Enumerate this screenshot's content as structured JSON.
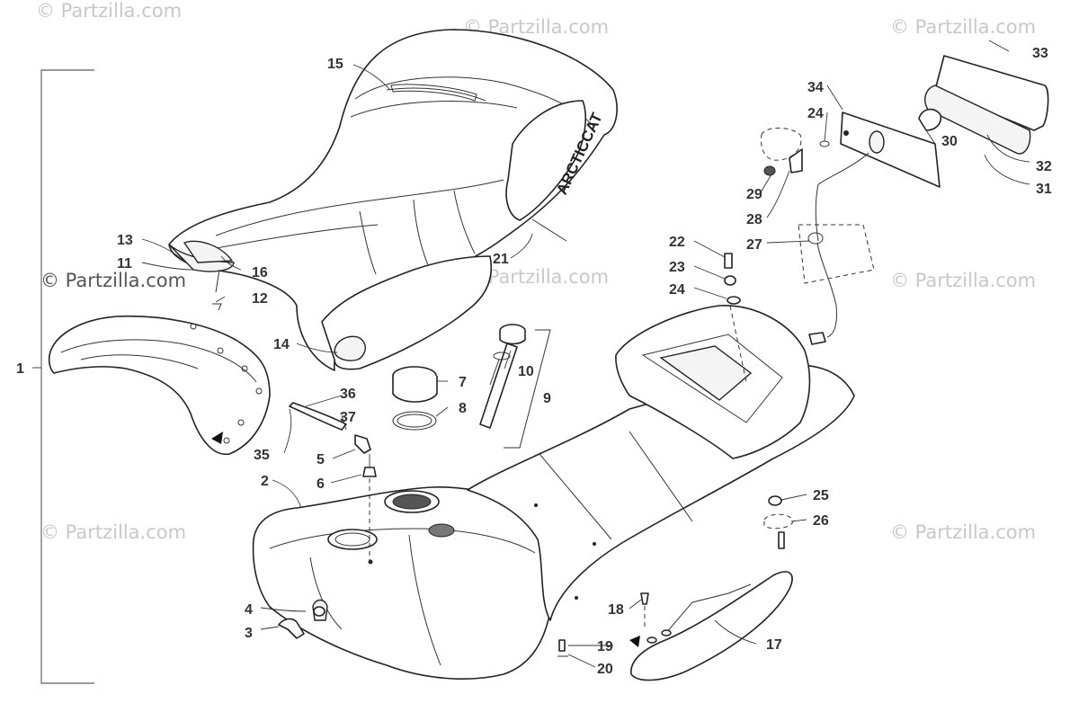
{
  "watermark": "© Partzilla.com",
  "watermark_emphasis": "© Partzilla.com",
  "logo": "ARCTICCAT",
  "callouts": {
    "c1": "1",
    "c2": "2",
    "c3": "3",
    "c4": "4",
    "c5": "5",
    "c6": "6",
    "c7": "7",
    "c8": "8",
    "c9": "9",
    "c10": "10",
    "c11": "11",
    "c12": "12",
    "c13": "13",
    "c14": "14",
    "c15": "15",
    "c16": "16",
    "c17": "17",
    "c18": "18",
    "c19": "19",
    "c20": "20",
    "c21": "21",
    "c22": "22",
    "c23": "23",
    "c24a": "24",
    "c24b": "24",
    "c25": "25",
    "c26": "26",
    "c27": "27",
    "c28": "28",
    "c29": "29",
    "c30": "30",
    "c31": "31",
    "c32": "32",
    "c33": "33",
    "c34": "34",
    "c35": "35",
    "c36": "36",
    "c37": "37"
  }
}
